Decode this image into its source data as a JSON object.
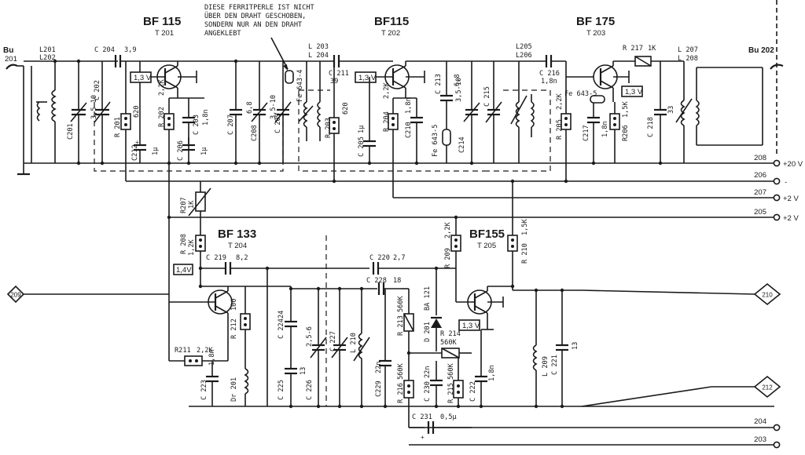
{
  "connectors": {
    "bu201_a": "Bu",
    "bu201_b": "201",
    "bu202": "Bu 202"
  },
  "note": {
    "line1": "DIESE FERRITPERLE IST NICHT",
    "line2": "ÜBER DEN DRAHT GESCHOBEN,",
    "line3": "SONDERN NUR AN DEN DRAHT",
    "line4": "ANGEKLEBT"
  },
  "transistors": {
    "t201": {
      "type": "BF 115",
      "ref": "T 201"
    },
    "t202": {
      "type": "BF115",
      "ref": "T 202"
    },
    "t203": {
      "type": "BF 175",
      "ref": "T 203"
    },
    "t204": {
      "type": "BF 133",
      "ref": "T 204"
    },
    "t205": {
      "type": "BF155",
      "ref": "T 205"
    }
  },
  "voltages": {
    "t201": "1,3 V",
    "t202": "1,3 V",
    "t203": "1,3 V",
    "t204": "1,4V",
    "t205": "1,3 V"
  },
  "rails": {
    "r208": {
      "num": "208",
      "label": "+20 V"
    },
    "r206": {
      "num": "206",
      "label": "-"
    },
    "r207": {
      "num": "207",
      "label": "+2 V"
    },
    "r205": {
      "num": "205",
      "label": "+2 V"
    },
    "r204": {
      "num": "204"
    },
    "r203": {
      "num": "203"
    }
  },
  "terminals": {
    "t209": "209",
    "t210": "210",
    "t212": "212"
  },
  "labels": {
    "l201": "L201",
    "l202": "L202",
    "c204": "C 204",
    "c204v": "3,9",
    "c201": "C201",
    "c201v": "3,5-10",
    "c202": "C 202",
    "r201": "R 201",
    "r201v": "620",
    "c212": "C212",
    "c212v": "1µ",
    "r202": "R 202",
    "r202v": "2,2K",
    "c203": "C 203",
    "c203v": "1,8n",
    "c206": "C 206",
    "c206v": "1µ",
    "c207": "C 207",
    "c207v": "6,8",
    "c208": "C208",
    "c208v": "3,5-10",
    "c209": "C 209",
    "fe6434": "Fe 643-4",
    "l203": "L 203",
    "l204": "L 204",
    "c211": "C 211",
    "c211v": "39",
    "r203": "R 203",
    "r203v": "620",
    "c205": "C 205",
    "c205v": "1µ",
    "r204": "R 204",
    "r204v": "2,2K",
    "c210": "C210",
    "c210v": "1,8n",
    "c213": "C 213",
    "c213v": "6,8",
    "fe6435a": "Fe 643-5",
    "c214": "C214",
    "c214v": "3,5-10",
    "c215": "C 215",
    "l205": "L205",
    "l206": "L206",
    "c216": "C 216",
    "c216v": "1,8n",
    "r217": "R 217",
    "r217v": "1K",
    "fe6435b": "Fe 643-5",
    "r205": "R 205",
    "r205v": "2,2K",
    "c217": "C217",
    "c217v": "1,8n",
    "r206": "R206",
    "r206v": "1,5K",
    "c218": "C 218",
    "c218v": "33",
    "l207": "L 207",
    "l208": "L 208",
    "r207": "R207",
    "r207v": "1K",
    "r208": "R 208",
    "r208v": "1,2K",
    "c219": "C 219",
    "c219v": "8,2",
    "c220": "C 220",
    "c220v": "2,7",
    "c228": "C 228",
    "c228v": "18",
    "r209": "R 209",
    "r209v": "2,2K",
    "r210": "R 210",
    "r210v": "1,5K",
    "r211": "R211",
    "r211v": "2,2K",
    "r212": "R 212",
    "r212v": "100",
    "c223": "C 223",
    "c223v": "1,8n",
    "dr201": "Dr 201",
    "c224": "C 224",
    "c224v": "24",
    "c225": "C 225",
    "c225v": "13",
    "c226": "C 226",
    "c226v": "2,5-6",
    "c227": "C 227",
    "l210": "L 210",
    "c229": "C229",
    "c229v": "22n",
    "r213": "R 213",
    "r213v": "560K",
    "d201": "D 201",
    "d201v": "BA 121",
    "r214": "R 214",
    "r214v": "560K",
    "r216": "R 216",
    "r216v": "560K",
    "c230": "C 230",
    "c230v": "22n",
    "r215": "R 215",
    "r215v": "560K",
    "c222": "C 222",
    "c222v": "1,8n",
    "l209": "L 209",
    "c221": "C 221",
    "c221v": "13",
    "c231": "C 231",
    "c231v": "0,5µ"
  }
}
